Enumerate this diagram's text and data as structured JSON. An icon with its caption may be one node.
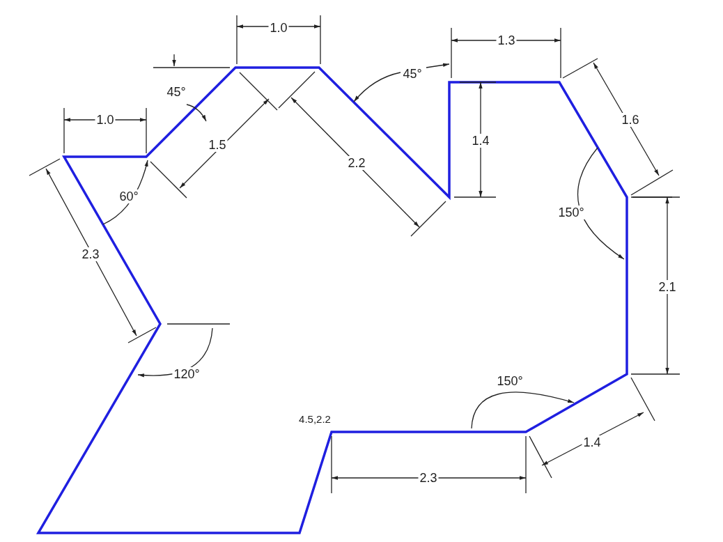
{
  "diagram": {
    "labels": [
      "1.0",
      "1.3",
      "45°",
      "45°",
      "1.0",
      "1.6",
      "1.5",
      "1.4",
      "2.2",
      "60°",
      "150°",
      "2.3",
      "2.1",
      "120°",
      "150°",
      "4.5,2.2",
      "1.4",
      "2.3"
    ]
  }
}
